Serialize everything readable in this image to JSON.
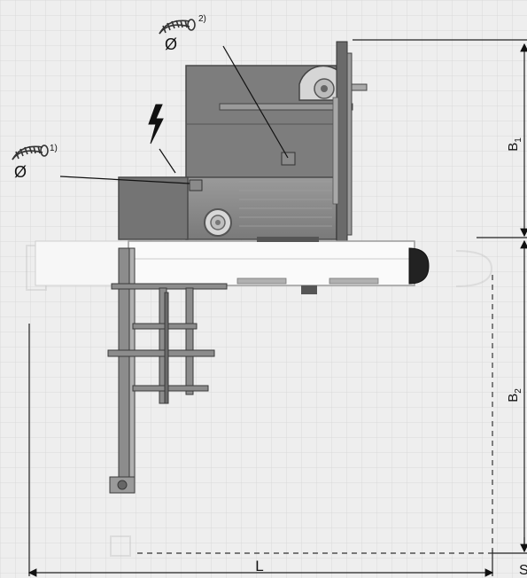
{
  "labels": {
    "hose_1": "1)",
    "hose_2": "2)",
    "diameter_symbol": "Ø",
    "dim_length": "L",
    "dim_b1_base": "B",
    "dim_b1_sub": "1",
    "dim_b2_base": "B",
    "dim_b2_sub": "2",
    "dim_s": "S"
  },
  "colors": {
    "background": "#eeeeee",
    "grid": "#d9d9d9",
    "machine_dark": "#6d6d6d",
    "machine_mid": "#8a8a8a",
    "machine_light": "#b5b5b5",
    "table_white": "#f7f7f7",
    "line": "#222222"
  },
  "icons": [
    "flex-hose-icon",
    "electric-lightning-icon"
  ]
}
